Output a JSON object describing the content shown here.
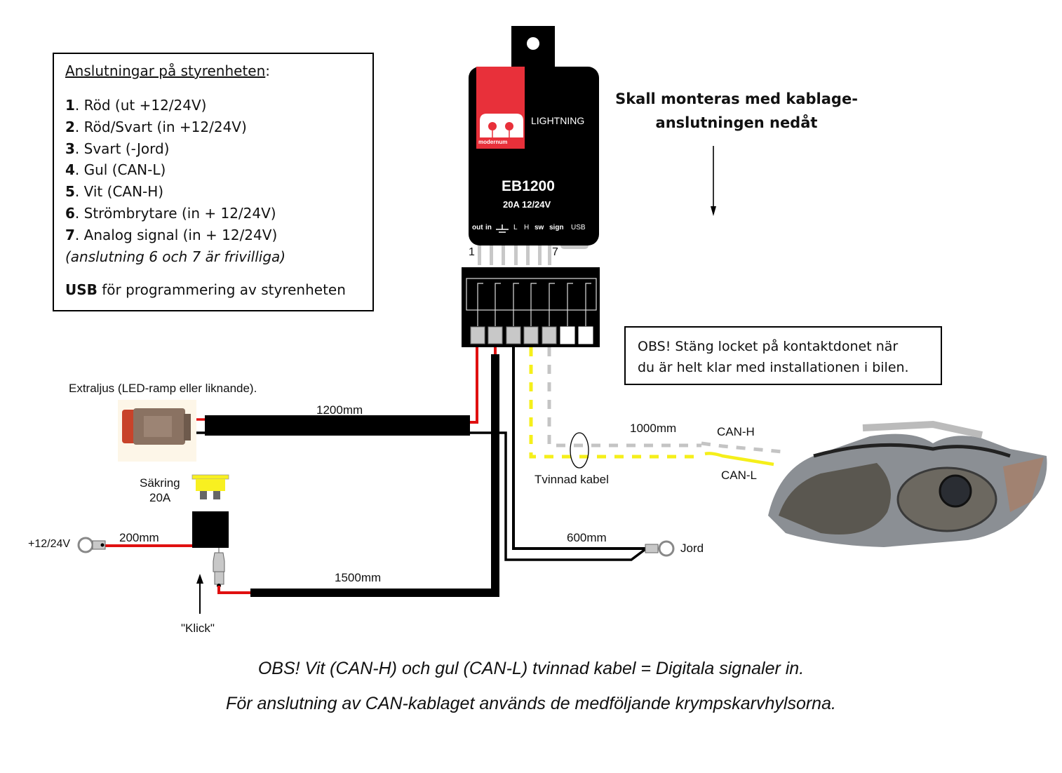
{
  "legend": {
    "title": "Anslutningar på styrenheten",
    "title_suffix": ":",
    "items": [
      {
        "num": "1",
        "text": ". Röd (ut +12/24V)"
      },
      {
        "num": "2",
        "text": ". Röd/Svart (in +12/24V)"
      },
      {
        "num": "3",
        "text": ". Svart (-Jord)"
      },
      {
        "num": "4",
        "text": ". Gul (CAN-L)"
      },
      {
        "num": "5",
        "text": ". Vit (CAN-H)"
      },
      {
        "num": "6",
        "text": ". Strömbrytare (in + 12/24V)"
      },
      {
        "num": "7",
        "text": ". Analog signal (in + 12/24V)"
      }
    ],
    "optional_note": "(anslutning 6 och 7 är frivilliga)",
    "usb_bold": "USB",
    "usb_text": " för programmering av styrenheten"
  },
  "device": {
    "brand": "modernum",
    "product_line": "LIGHTNING",
    "model": "EB1200",
    "rating": "20A 12/24V",
    "pin_labels": [
      "out",
      "in",
      "ground-symbol",
      "L",
      "H",
      "sw",
      "sign",
      "USB"
    ],
    "pin_first": "1",
    "pin_last": "7",
    "colors": {
      "body": "#000000",
      "brand_red": "#e8303a",
      "pin_grey": "#c8c8c8"
    }
  },
  "mount_note": {
    "line1": "Skall monteras med kablage-",
    "line2": "anslutningen nedåt"
  },
  "obs_box": {
    "line1": "OBS! Stäng locket på kontaktdonet när",
    "line2": "du är helt klar med installationen i bilen."
  },
  "labels": {
    "extra_light": "Extraljus (LED-ramp eller liknande).",
    "cable_1200": "1200mm",
    "fuse_line1": "Säkring",
    "fuse_line2": "20A",
    "power_in": "+12/24V",
    "cable_200": "200mm",
    "cable_1500": "1500mm",
    "click": "\"Klick\"",
    "cable_600": "600mm",
    "ground": "Jord",
    "cable_1000": "1000mm",
    "can_h": "CAN-H",
    "can_l": "CAN-L",
    "twisted": "Tvinnad kabel"
  },
  "wire_colors": {
    "red": "#e01010",
    "black": "#000000",
    "yellow": "#f5ef1a",
    "white_grey": "#c4c4c4",
    "fuse_yellow": "#f8f020"
  },
  "footer": {
    "line1": "OBS! Vit (CAN-H) och gul (CAN-L) tvinnad kabel = Digitala signaler in.",
    "line2": "För anslutning av CAN-kablaget används de medföljande krympskarvhylsorna."
  }
}
